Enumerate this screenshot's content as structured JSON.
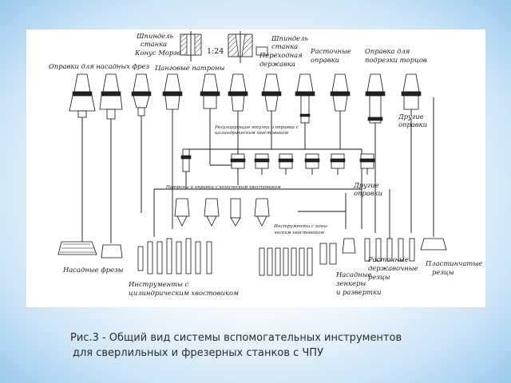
{
  "figure": {
    "labels": {
      "spindle_left": [
        "Шпиндель",
        "станка"
      ],
      "morse_taper": "Конус Морзе",
      "taper_ratio": "1:24",
      "spindle_right": [
        "Шпиндель",
        "станка"
      ],
      "adapter_holder": [
        "Переходная",
        "державка"
      ],
      "boring_arbors": [
        "Расточные",
        "оправки"
      ],
      "facing_arbors": [
        "Оправка для",
        "подрезки торцов"
      ],
      "shell_mill_arbors": "Оправки для насадных фрез",
      "collet_chucks": "Цанговые патроны",
      "other_arbors_top": [
        "Другие",
        "оправки"
      ],
      "sleeves_bushings": [
        "Регулирующие втулки и оправки с",
        "цилиндрическим хвостовиком"
      ],
      "other_arbors_mid": [
        "Другие",
        "оправки"
      ],
      "morse_chucks": "Патроны и оправки с коническим хвостовиком",
      "taper_tools": [
        "Инструменты с кони-",
        "ческим хвостовиком"
      ],
      "shell_mills": "Насадные фрезы",
      "cyl_tools": [
        "Инструменты с",
        "цилиндрическим хвостовиком"
      ],
      "shell_reamers": [
        "Насадные",
        "зенкеры",
        "и развертки"
      ],
      "boring_cutters": [
        "Расточные",
        "державочные",
        "резцы"
      ],
      "insert_cutters": [
        "Пластинчатые",
        "резцы"
      ]
    }
  },
  "caption": {
    "line1": "Рис.3 - Общий вид системы вспомогательных инструментов",
    "line2": "для сверлильных и фрезерных станков с ЧПУ"
  }
}
